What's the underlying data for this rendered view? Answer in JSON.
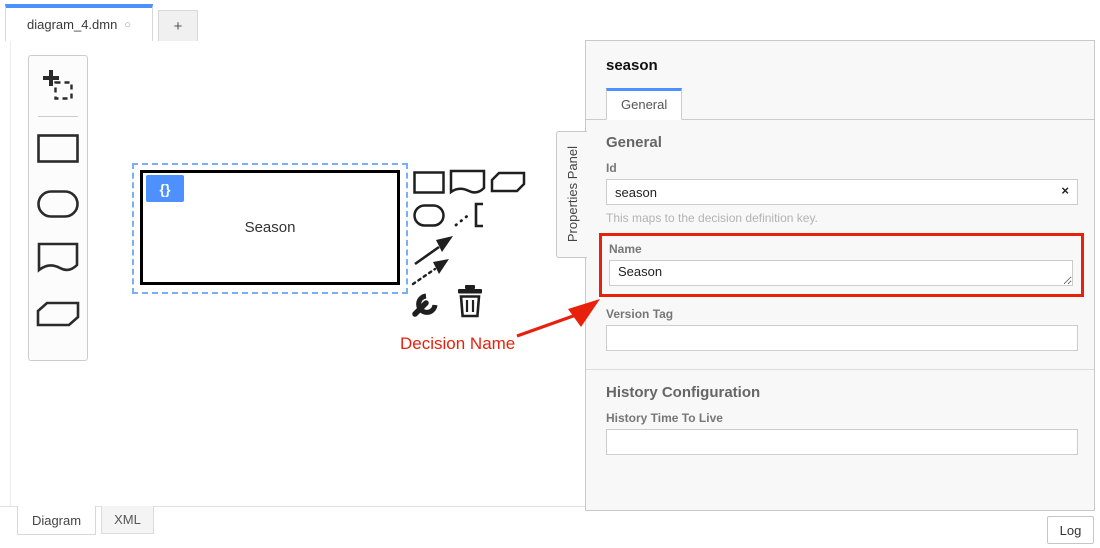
{
  "file_tabs": {
    "active_label": "diagram_4.dmn",
    "unsaved_indicator": "○",
    "new_tab_label": "+"
  },
  "palette": {
    "tools": [
      "lasso-tool",
      "create-decision",
      "create-input-data",
      "create-knowledge-source",
      "create-business-knowledge-model"
    ]
  },
  "canvas": {
    "decision_label": "Season",
    "badge_label": "{}"
  },
  "context_pad": {
    "actions": [
      "append-decision",
      "append-knowledge-source",
      "append-business-knowledge-model",
      "append-input-data",
      "append-text-annotation",
      "connect-information-requirement",
      "connect-knowledge-requirement",
      "change-type",
      "delete"
    ]
  },
  "annotation": {
    "label": "Decision Name"
  },
  "properties_panel": {
    "vertical_tab_label": "Properties Panel",
    "title": "season",
    "active_tab": "General",
    "general": {
      "heading": "General",
      "id_label": "Id",
      "id_value": "season",
      "id_clear": "×",
      "id_help": "This maps to the decision definition key.",
      "name_label": "Name",
      "name_value": "Season",
      "version_label": "Version Tag",
      "version_value": ""
    },
    "history": {
      "heading": "History Configuration",
      "ttl_label": "History Time To Live",
      "ttl_value": ""
    }
  },
  "footer": {
    "diagram_tab": "Diagram",
    "xml_tab": "XML",
    "log_button": "Log"
  },
  "colors": {
    "accent_blue": "#4d90fe",
    "selection_blue": "#7aaef5",
    "annotation_red": "#e8210c",
    "panel_bg": "#f8f8f8",
    "border_gray": "#cccccc"
  }
}
